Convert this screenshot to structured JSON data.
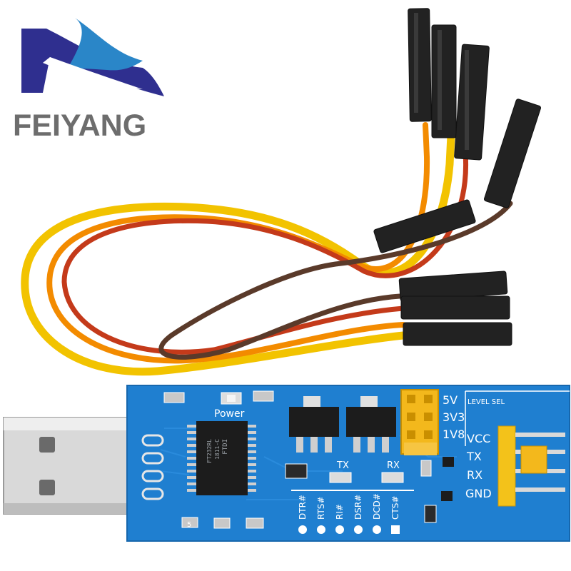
{
  "brand": {
    "name": "FEIYANG",
    "colors": {
      "logo_blue": "#2f2f8f",
      "logo_light": "#2a86c8",
      "text_gray": "#6d6d6d"
    }
  },
  "board": {
    "colors": {
      "pcb": "#1f7fd0",
      "jumper": "#f3b81c",
      "header": "#f3c21a"
    },
    "power_label": "Power",
    "tx_label": "TX",
    "rx_label": "RX",
    "level_sel_label": "LEVEL SEL",
    "voltage_labels": [
      "5V",
      "3V3",
      "1V8"
    ],
    "pin_labels": [
      "VCC",
      "TX",
      "RX",
      "GND"
    ],
    "signal_labels": [
      "DTR#",
      "RTS#",
      "RI#",
      "DSR#",
      "DCD#",
      "CTS#"
    ],
    "chip_markings": [
      "FTDI",
      "1811-C",
      "FT232RL"
    ],
    "resistor_code": "5"
  },
  "wires": {
    "colors": [
      "#f2c300",
      "#f38b00",
      "#c43a1a",
      "#5a3a2a"
    ]
  }
}
